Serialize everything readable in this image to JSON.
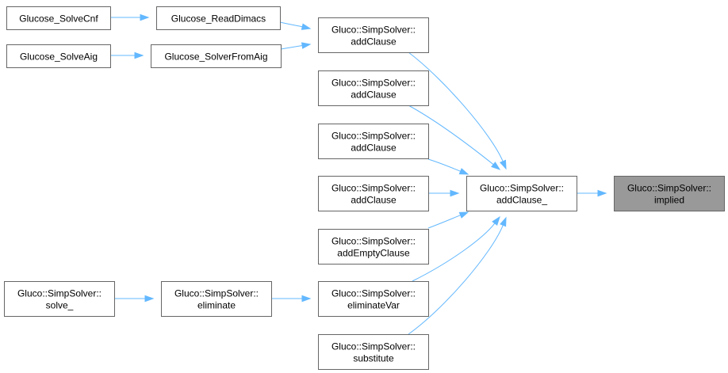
{
  "graph": {
    "nodes": {
      "solve_cnf": {
        "lines": [
          "Glucose_SolveCnf"
        ]
      },
      "read_dimacs": {
        "lines": [
          "Glucose_ReadDimacs"
        ]
      },
      "solve_aig": {
        "lines": [
          "Glucose_SolveAig"
        ]
      },
      "solver_from_aig": {
        "lines": [
          "Glucose_SolverFromAig"
        ]
      },
      "add_clause_1": {
        "lines": [
          "Gluco::SimpSolver::",
          "addClause"
        ]
      },
      "add_clause_2": {
        "lines": [
          "Gluco::SimpSolver::",
          "addClause"
        ]
      },
      "add_clause_3": {
        "lines": [
          "Gluco::SimpSolver::",
          "addClause"
        ]
      },
      "add_clause_4": {
        "lines": [
          "Gluco::SimpSolver::",
          "addClause"
        ]
      },
      "add_empty_clause": {
        "lines": [
          "Gluco::SimpSolver::",
          "addEmptyClause"
        ]
      },
      "eliminate_var": {
        "lines": [
          "Gluco::SimpSolver::",
          "eliminateVar"
        ]
      },
      "substitute": {
        "lines": [
          "Gluco::SimpSolver::",
          "substitute"
        ]
      },
      "solve_": {
        "lines": [
          "Gluco::SimpSolver::",
          "solve_"
        ]
      },
      "eliminate": {
        "lines": [
          "Gluco::SimpSolver::",
          "eliminate"
        ]
      },
      "add_clause_": {
        "lines": [
          "Gluco::SimpSolver::",
          "addClause_"
        ]
      },
      "implied": {
        "lines": [
          "Gluco::SimpSolver::",
          "implied"
        ],
        "highlight": true
      }
    },
    "edges": [
      {
        "from": "solve_cnf",
        "to": "read_dimacs"
      },
      {
        "from": "read_dimacs",
        "to": "add_clause_1"
      },
      {
        "from": "solve_aig",
        "to": "solver_from_aig"
      },
      {
        "from": "solver_from_aig",
        "to": "add_clause_1"
      },
      {
        "from": "add_clause_1",
        "to": "add_clause_"
      },
      {
        "from": "add_clause_2",
        "to": "add_clause_"
      },
      {
        "from": "add_clause_3",
        "to": "add_clause_"
      },
      {
        "from": "add_clause_4",
        "to": "add_clause_"
      },
      {
        "from": "add_empty_clause",
        "to": "add_clause_"
      },
      {
        "from": "eliminate_var",
        "to": "add_clause_"
      },
      {
        "from": "substitute",
        "to": "add_clause_"
      },
      {
        "from": "solve_",
        "to": "eliminate"
      },
      {
        "from": "eliminate",
        "to": "eliminate_var"
      },
      {
        "from": "add_clause_",
        "to": "implied"
      }
    ],
    "colors": {
      "edge": "#63b8ff",
      "node_border": "#666666",
      "node_fill": "#ffffff",
      "highlight_fill": "#999999"
    }
  }
}
